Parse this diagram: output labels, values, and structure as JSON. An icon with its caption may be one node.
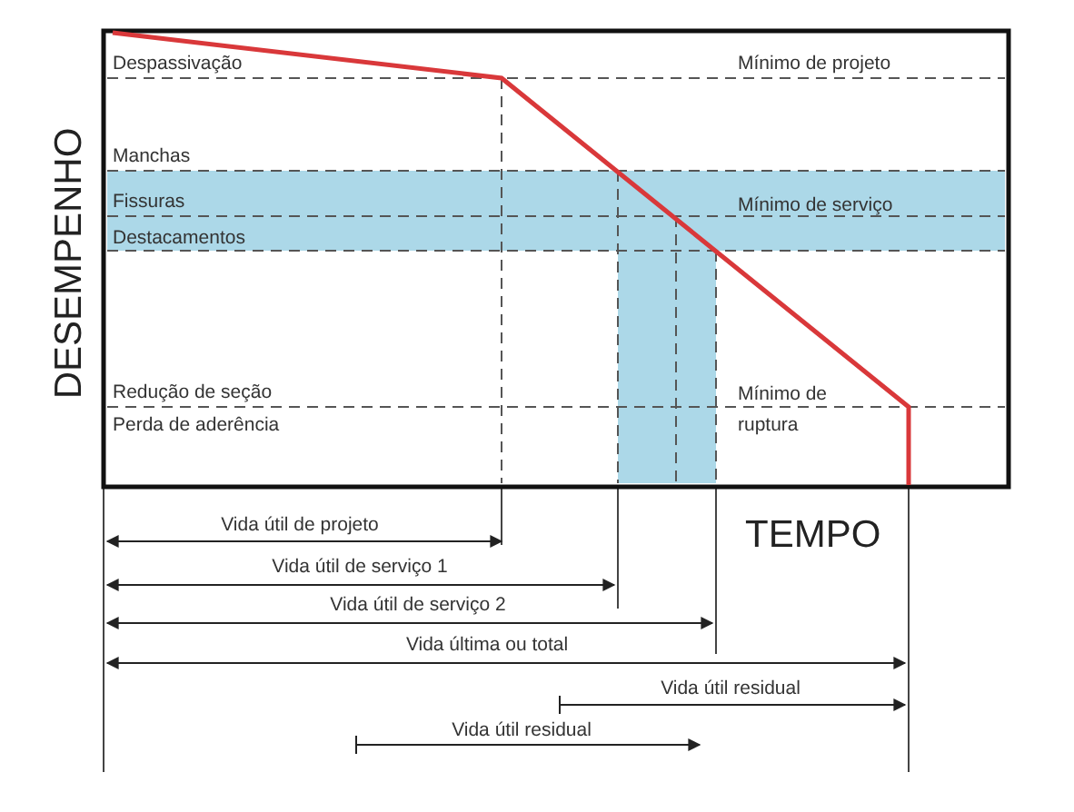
{
  "diagram": {
    "labels": [
      "Despassivação",
      "Mínimo de projeto",
      "DESEMPENHO",
      "Manchas",
      "Fissuras",
      "Mínimo de serviço",
      "Destacamentos",
      "Redução de seção",
      "Mínimo de ruptura",
      "Perda de aderência",
      "Vida útil de projeto",
      "TEMPO",
      "Vida útil de serviço 1",
      "Vida útil de serviço 2",
      "Vida última ou total",
      "Vida útil residual",
      "Vida útil residual"
    ]
  }
}
